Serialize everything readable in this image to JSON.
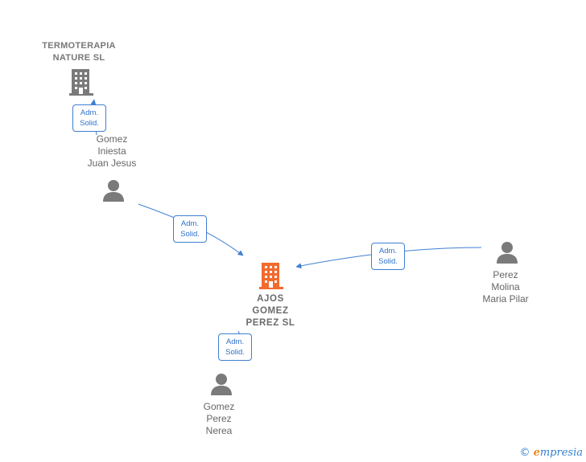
{
  "nodes": {
    "termoterapia": {
      "label": "TERMOTERAPIA\nNATURE  SL"
    },
    "gomez_iniesta": {
      "label": "Gomez\nIniesta\nJuan Jesus"
    },
    "ajos": {
      "label": "AJOS\nGOMEZ\nPEREZ  SL"
    },
    "perez_molina": {
      "label": "Perez\nMolina\nMaria Pilar"
    },
    "gomez_perez": {
      "label": "Gomez\nPerez\nNerea"
    }
  },
  "badges": {
    "b1": "Adm.\nSolid.",
    "b2": "Adm.\nSolid.",
    "b3": "Adm.\nSolid.",
    "b4": "Adm.\nSolid."
  },
  "brand": {
    "copyright": "©",
    "name_e": "e",
    "name_rest": "mpresia"
  },
  "colors": {
    "edge": "#3f7fd0",
    "building_gray": "#7a7a7a",
    "building_main": "#f26a2e",
    "person": "#7a7a7a"
  }
}
